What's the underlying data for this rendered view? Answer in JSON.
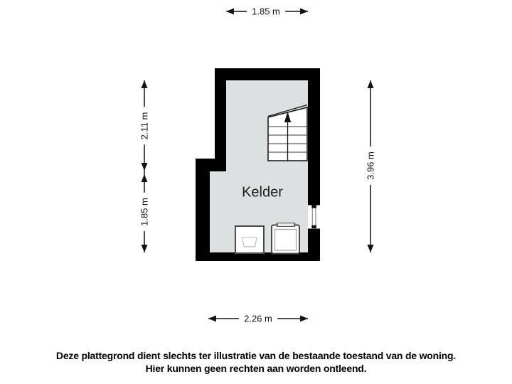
{
  "floor_plan": {
    "room_label": "Kelder",
    "dimensions": {
      "top_width": "1.85 m",
      "left_upper_height": "2.11 m",
      "left_lower_height": "1.85 m",
      "right_height": "3.96 m",
      "bottom_width": "2.26 m"
    },
    "features": {
      "staircase": "stairs-up-arrow",
      "window": "window-symbol-right-wall",
      "fixture_left": "sink-icon",
      "fixture_right": "boiler-icon"
    },
    "colors": {
      "wall": "#000000",
      "floor": "#dce0e0",
      "background": "#ffffff",
      "dimension_ink": "#141414",
      "fixture_border": "#4a4a4a",
      "fixture_detail": "#b8b8b8"
    }
  },
  "disclaimer": {
    "line1": "Deze plattegrond dient slechts ter illustratie van de bestaande toestand van de woning.",
    "line2": "Hier kunnen geen rechten aan worden ontleend."
  }
}
